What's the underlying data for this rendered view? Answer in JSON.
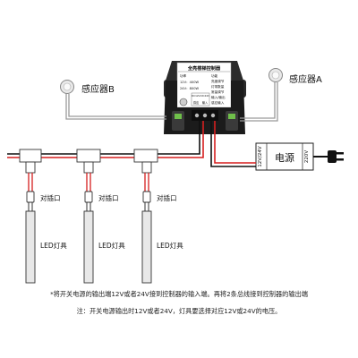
{
  "controller": {
    "title": "全亮楼梯控制器",
    "line_left_1": "功率",
    "line_left_2": "12V：400W",
    "line_left_3": "24V：800W",
    "line_right_1": "功能",
    "line_right_2": "亮度调节",
    "line_right_3": "灯带数量",
    "line_right_4": "常量调节",
    "line_right_5": "输入/输出",
    "line_right_6": "感应输入",
    "input_label": "DC12V-DC24V",
    "port_1": "感应",
    "port_2": "输入"
  },
  "sensor_a": {
    "label": "感应器A"
  },
  "sensor_b": {
    "label": "感应器B"
  },
  "power_supply": {
    "label": "电源",
    "output_label": "12V/24V",
    "input_label": "220V"
  },
  "branches": [
    {
      "socket_label": "对插口",
      "led_label": "LED灯具"
    },
    {
      "socket_label": "对插口",
      "led_label": "LED灯具"
    },
    {
      "socket_label": "对插口",
      "led_label": "LED灯具"
    }
  ],
  "notes": {
    "line_1": "*将开关电源的输出端12V或者24V接到控制器的输入端。再将2条总线接到控制器的输出端",
    "line_2": "注：开关电源输出时12V或者24V，灯具要选择对应12V或24V的电压。"
  },
  "colors": {
    "wire_red": "#d61f1f",
    "wire_black": "#111111",
    "controller_body": "#1b1b1b",
    "label_panel": "#ffffff",
    "led_strip": "#e8e8e8"
  }
}
